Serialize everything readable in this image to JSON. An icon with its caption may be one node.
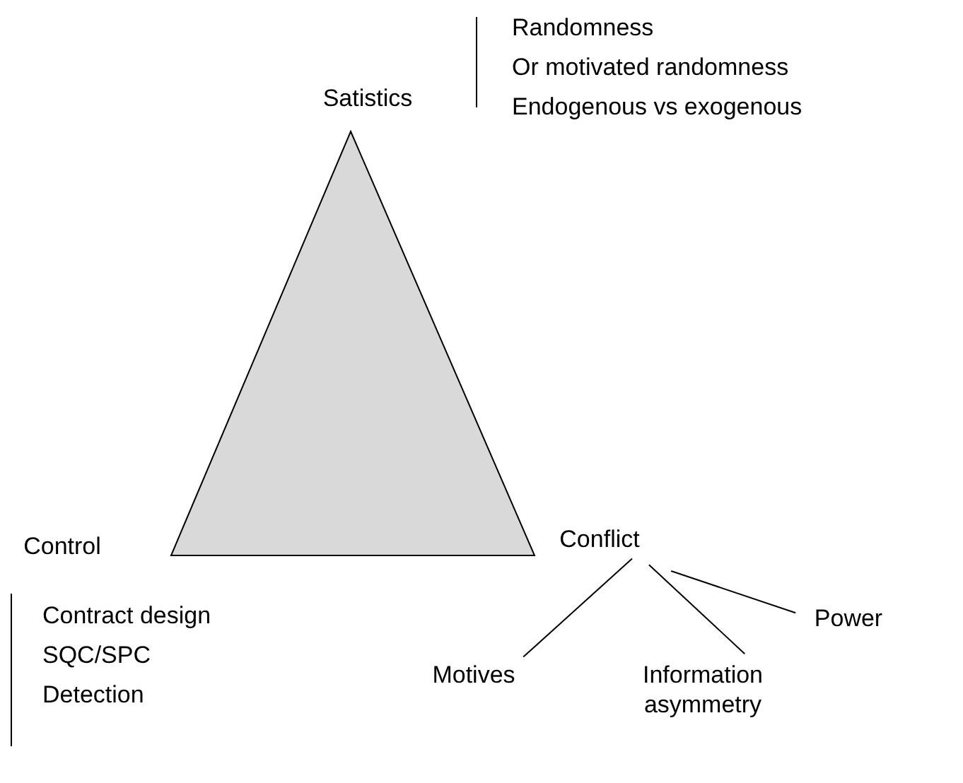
{
  "diagram": {
    "nodes": [
      {
        "text": [],
        "shape": "triangle"
      },
      {
        "text": [
          "Satistics"
        ],
        "beside": [
          "Randomness",
          "Or motivated randomness",
          "Endogenous vs exogenous"
        ]
      },
      {
        "text": [
          "Control"
        ],
        "beside": [
          "Contract design",
          "SQC/SPC",
          "Detection"
        ]
      },
      {
        "text": [
          "Conflict"
        ]
      },
      {
        "text": [
          "Power"
        ]
      },
      {
        "text": [
          "Motives"
        ]
      },
      {
        "text": [
          "Information asymmetry"
        ]
      }
    ],
    "edges": [
      {
        "from": 3,
        "to": 5,
        "arrow": "none"
      },
      {
        "from": 3,
        "to": 6,
        "arrow": "none"
      },
      {
        "from": 3,
        "to": 4,
        "arrow": "none"
      }
    ]
  }
}
